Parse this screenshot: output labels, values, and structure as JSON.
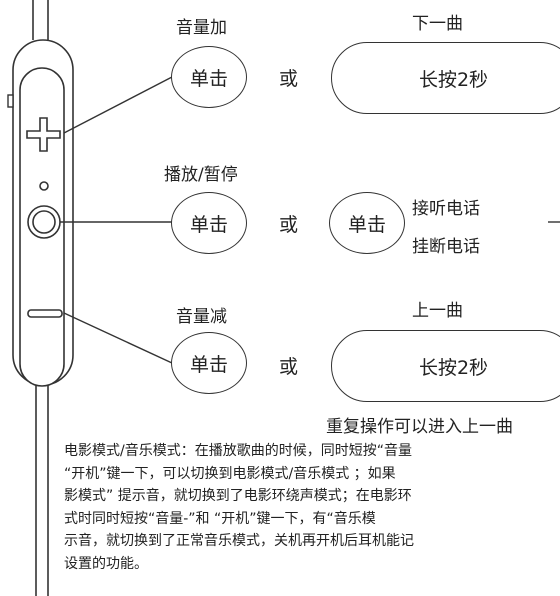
{
  "volume_up": {
    "heading": "音量加",
    "press_label": "单击",
    "or_label": "或",
    "alt_heading": "下一曲",
    "alt_label": "长按2秒"
  },
  "play_pause": {
    "heading": "播放/暂停",
    "press_label": "单击",
    "or_label": "或",
    "alt_press_label": "单击",
    "answer_label": "接听电话",
    "hangup_label": "挂断电话"
  },
  "volume_down": {
    "heading": "音量减",
    "press_label": "单击",
    "or_label": "或",
    "alt_heading": "上一曲",
    "alt_label": "长按2秒"
  },
  "repeat_note": "重复操作可以进入上一曲",
  "description": [
    "电影模式/音乐模式：在播放歌曲的时候，同时短按“音量",
    "“开机”键一下，可以切换到电影模式/音乐模式 ；如果",
    "影模式” 提示音，就切换到了电影环绕声模式；在电影环",
    "式时同时短按“音量-”和 “开机”键一下，有“音乐模",
    "示音，就切换到了正常音乐模式，关机再开机后耳机能记",
    "设置的功能。"
  ]
}
